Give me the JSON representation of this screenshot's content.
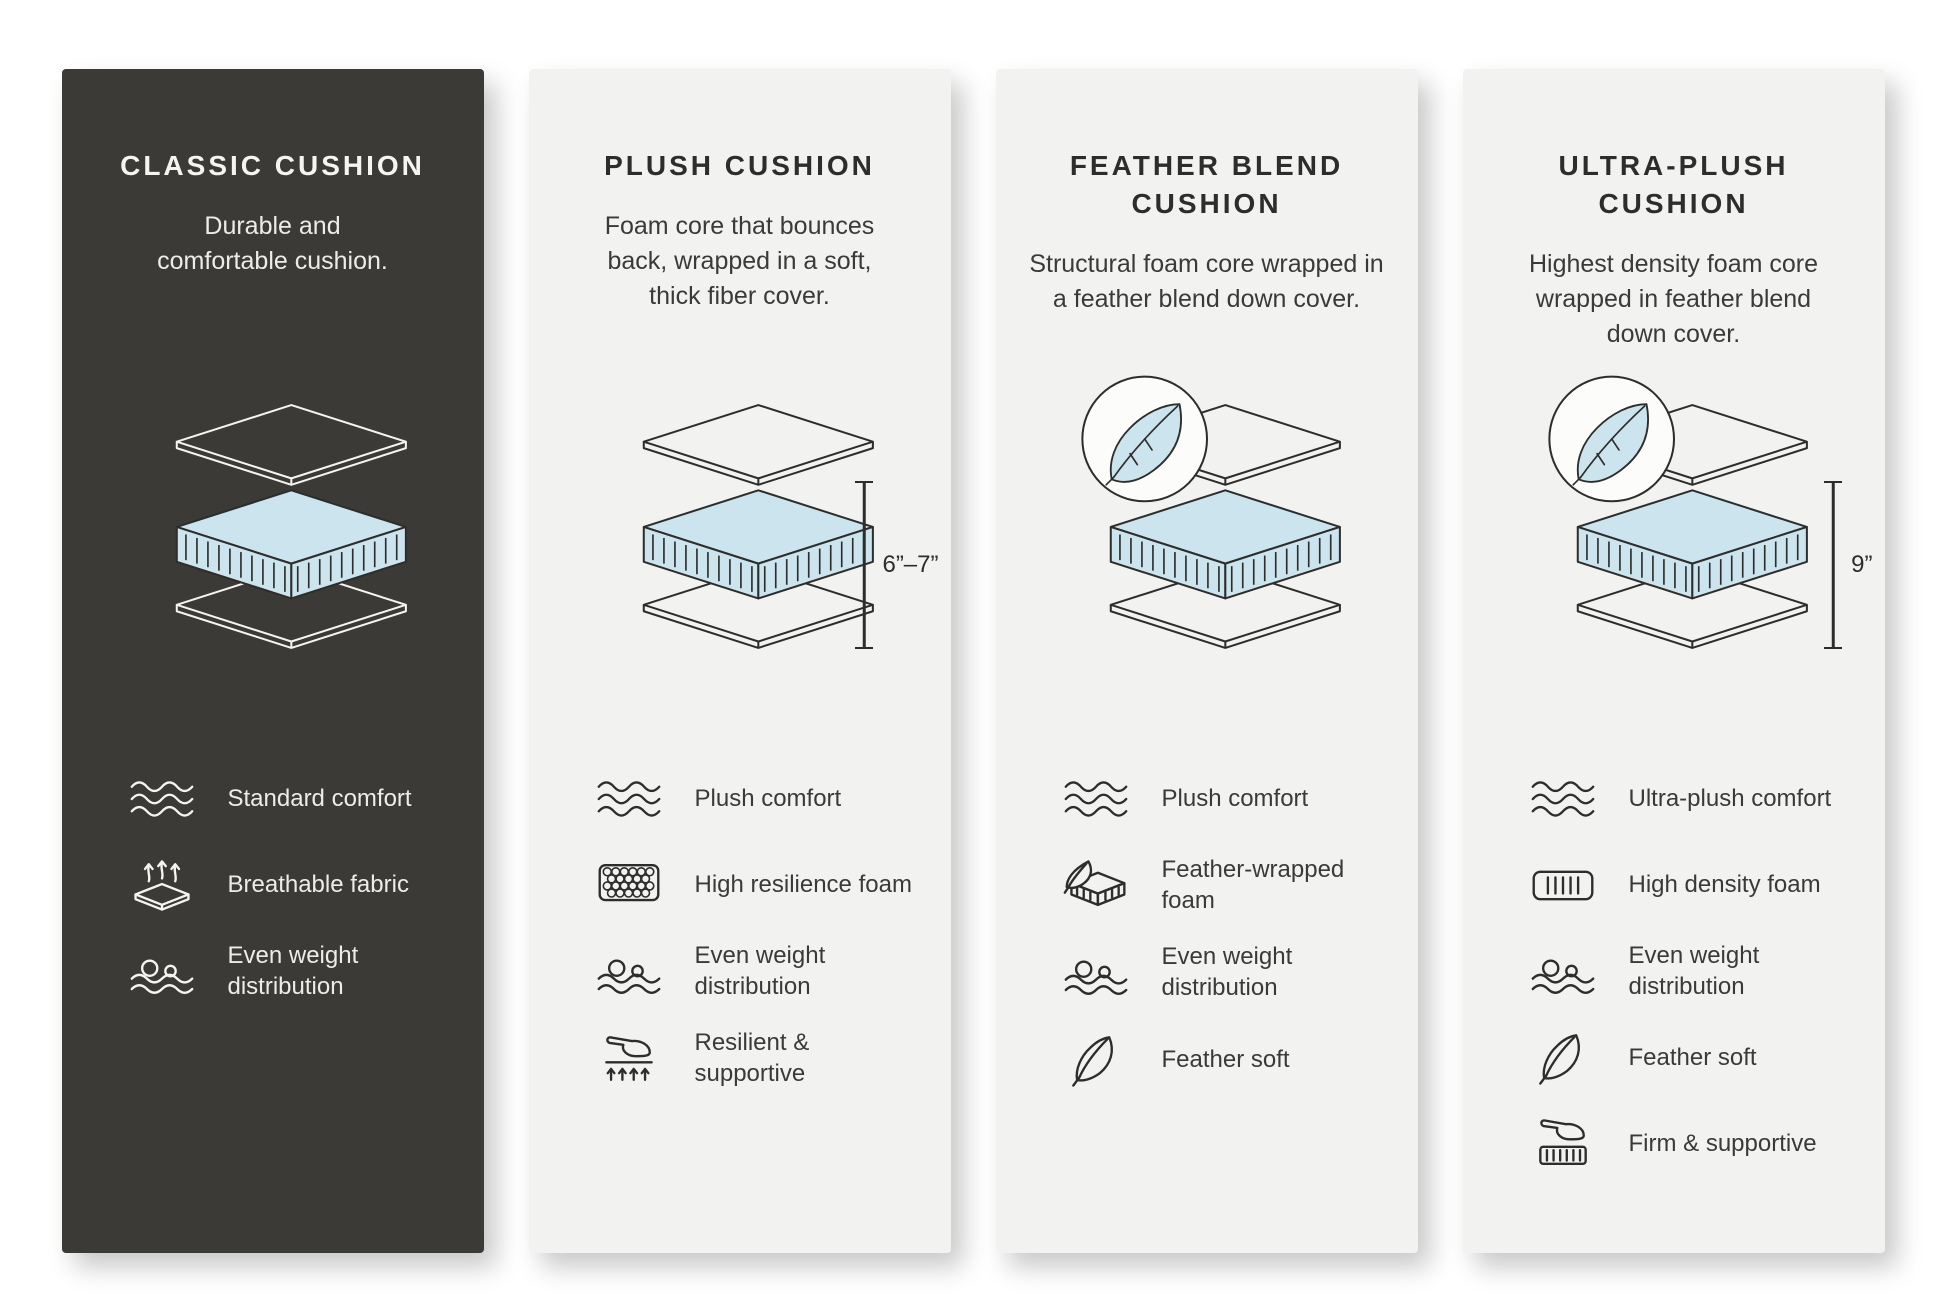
{
  "colors": {
    "page_background": "#ffffff",
    "dark_card_background": "#3b3a37",
    "light_card_background": "#f2f2f0",
    "foam_blue": "#cce4ee",
    "ink": "#2d2d2b"
  },
  "cards": [
    {
      "id": "classic-cushion",
      "theme": "dark",
      "title": "CLASSIC CUSHION",
      "description": "Durable and comfortable cushion.",
      "diagram": {
        "feather_badge": false,
        "measure": ""
      },
      "features": [
        {
          "icon": "comfort-waves-icon",
          "label": "Standard comfort"
        },
        {
          "icon": "breathable-fabric-icon",
          "label": "Breathable fabric"
        },
        {
          "icon": "weight-distribution-icon",
          "label": "Even weight distribution"
        }
      ]
    },
    {
      "id": "plush-cushion",
      "theme": "light",
      "title": "PLUSH CUSHION",
      "description": "Foam core that bounces back, wrapped in a soft, thick fiber cover.",
      "diagram": {
        "feather_badge": false,
        "measure": "6”–7”"
      },
      "features": [
        {
          "icon": "comfort-waves-icon",
          "label": "Plush comfort"
        },
        {
          "icon": "resilience-foam-icon",
          "label": "High resilience foam"
        },
        {
          "icon": "weight-distribution-icon",
          "label": "Even weight distribution"
        },
        {
          "icon": "resilient-supportive-icon",
          "label": "Resilient & supportive"
        }
      ]
    },
    {
      "id": "feather-blend-cushion",
      "theme": "light",
      "title": "FEATHER BLEND CUSHION",
      "description": "Structural foam core wrapped in a feather blend down cover.",
      "diagram": {
        "feather_badge": true,
        "measure": ""
      },
      "features": [
        {
          "icon": "comfort-waves-icon",
          "label": "Plush comfort"
        },
        {
          "icon": "feather-wrapped-foam-icon",
          "label": "Feather-wrapped foam"
        },
        {
          "icon": "weight-distribution-icon",
          "label": "Even weight distribution"
        },
        {
          "icon": "feather-icon",
          "label": "Feather soft"
        }
      ]
    },
    {
      "id": "ultra-plush-cushion",
      "theme": "light",
      "title": "ULTRA-PLUSH CUSHION",
      "description": "Highest density foam core wrapped in feather blend down cover.",
      "diagram": {
        "feather_badge": true,
        "measure": "9”"
      },
      "features": [
        {
          "icon": "comfort-waves-icon",
          "label": "Ultra-plush comfort"
        },
        {
          "icon": "high-density-foam-icon",
          "label": "High density foam"
        },
        {
          "icon": "weight-distribution-icon",
          "label": "Even weight distribution"
        },
        {
          "icon": "feather-icon",
          "label": "Feather soft"
        },
        {
          "icon": "firm-supportive-icon",
          "label": "Firm & supportive"
        }
      ]
    }
  ]
}
